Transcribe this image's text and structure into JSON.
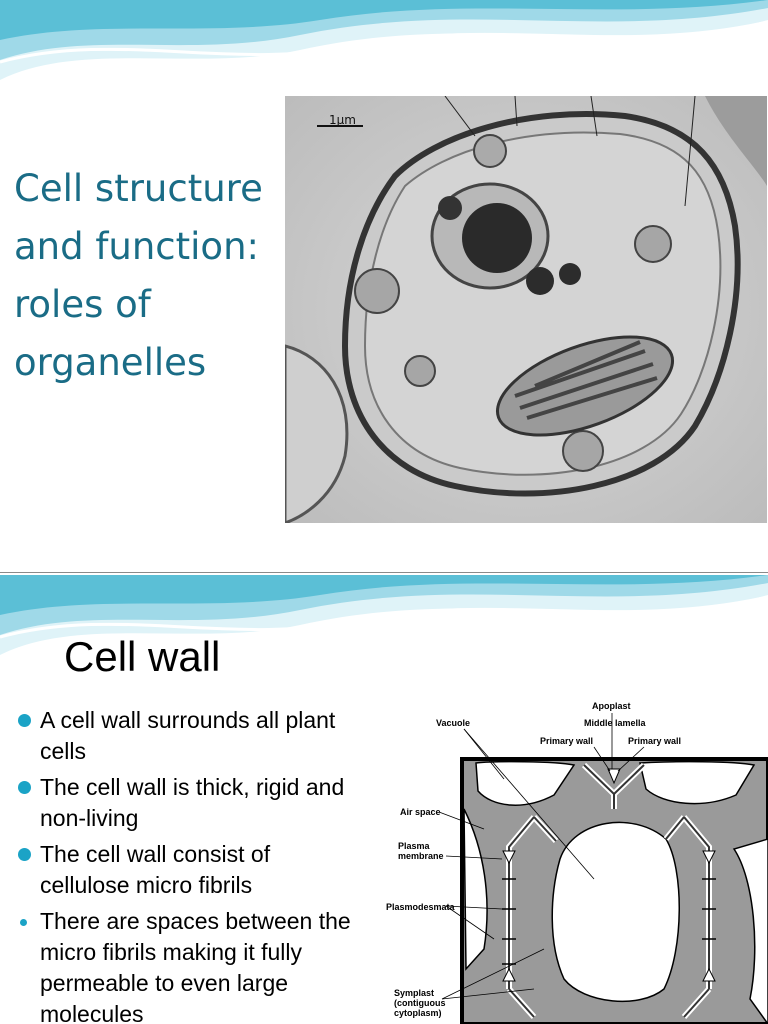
{
  "slide1": {
    "title_lines": [
      "Cell structure",
      "and function:",
      "roles of",
      "organelles"
    ],
    "scale_label": "1µm"
  },
  "slide2": {
    "title": "Cell wall",
    "bullets": [
      "A cell wall surrounds all plant cells",
      "The cell wall is thick, rigid and non-living",
      "The cell wall consist of cellulose micro fibrils",
      "There are spaces between the micro fibrils making it fully permeable to even large molecules"
    ],
    "diagram_labels": {
      "apoplast": "Apoplast",
      "middle_lamella": "Middle lamella",
      "vacuole": "Vacuole",
      "primary_wall_left": "Primary wall",
      "primary_wall_right": "Primary wall",
      "air_space": "Air space",
      "plasma_membrane_1": "Plasma",
      "plasma_membrane_2": "membrane",
      "plasmodesmata": "Plasmodesmata",
      "symplast_1": "Symplast",
      "symplast_2": "(contiguous",
      "symplast_3": "cytoplasm)"
    }
  },
  "colors": {
    "title_teal": "#1a6c86",
    "bullet_cyan": "#1ba3c6",
    "wave_blue": "#5bbfd6"
  }
}
